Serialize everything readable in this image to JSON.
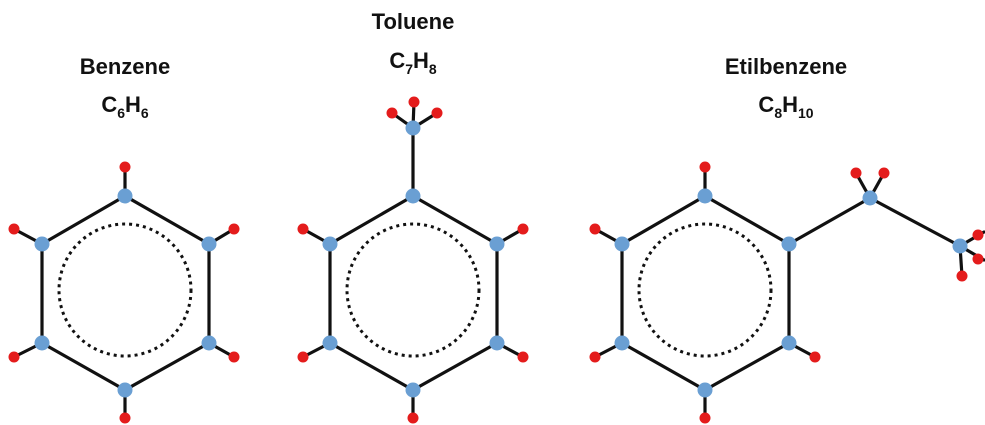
{
  "colors": {
    "carbon": "#6a9fd3",
    "hydrogen": "#e41c1c",
    "bond": "#111111"
  },
  "molecules": [
    {
      "name": "Benzene",
      "formula": {
        "parts": [
          {
            "text": "C"
          },
          {
            "text": "6",
            "sub": true
          },
          {
            "text": "H"
          },
          {
            "text": "6",
            "sub": true
          }
        ]
      }
    },
    {
      "name": "Toluene",
      "formula": {
        "parts": [
          {
            "text": "C"
          },
          {
            "text": "7",
            "sub": true
          },
          {
            "text": "H"
          },
          {
            "text": "8",
            "sub": true
          }
        ]
      }
    },
    {
      "name": "Etilbenzene",
      "formula": {
        "parts": [
          {
            "text": "C"
          },
          {
            "text": "8",
            "sub": true
          },
          {
            "text": "H"
          },
          {
            "text": "10",
            "sub": true
          }
        ]
      }
    }
  ]
}
